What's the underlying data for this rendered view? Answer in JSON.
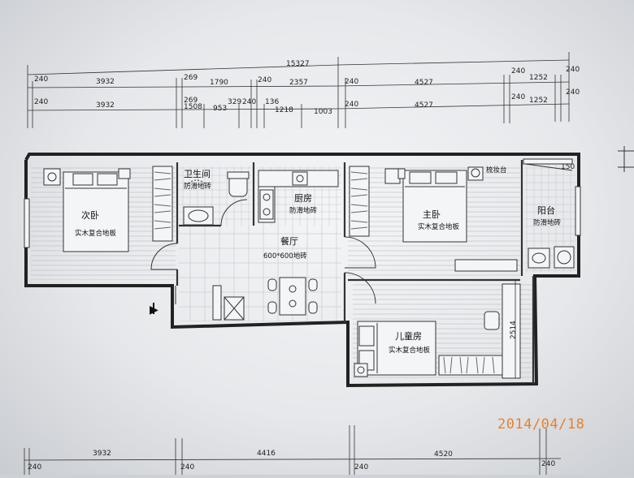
{
  "dimensions": {
    "overall": "15327",
    "row1": [
      "240",
      "3932",
      "269",
      "1790",
      "240",
      "2357",
      "240",
      "4527",
      "240",
      "1252",
      "240"
    ],
    "row2": [
      "240",
      "3932",
      "269",
      "1508",
      "953",
      "329",
      "240",
      "136",
      "1218",
      "1003",
      "240",
      "4527",
      "240",
      "1252",
      "240"
    ],
    "bottom": [
      "240",
      "3932",
      "240",
      "4416",
      "240",
      "4520",
      "240"
    ],
    "children_room_depth": "2514",
    "balcony_small": "150"
  },
  "rooms": {
    "second_bedroom": {
      "name": "次卧",
      "floor": "实木复合地板"
    },
    "bathroom": {
      "name": "卫生间",
      "floor": "防滑地砖"
    },
    "kitchen": {
      "name": "厨房",
      "floor": "防滑地砖"
    },
    "dining": {
      "name": "餐厅",
      "floor": "600*600地砖"
    },
    "master_bedroom": {
      "name": "主卧",
      "floor": "实木复合地板"
    },
    "vanity": {
      "name": "梳妆台"
    },
    "balcony": {
      "name": "阳台",
      "floor": "防滑地砖"
    },
    "children_room": {
      "name": "儿童房",
      "floor": "实木复合地板"
    }
  },
  "entrance_marker": "▶",
  "date_stamp": "2014/04/18",
  "stamp_color": "#e8822a"
}
